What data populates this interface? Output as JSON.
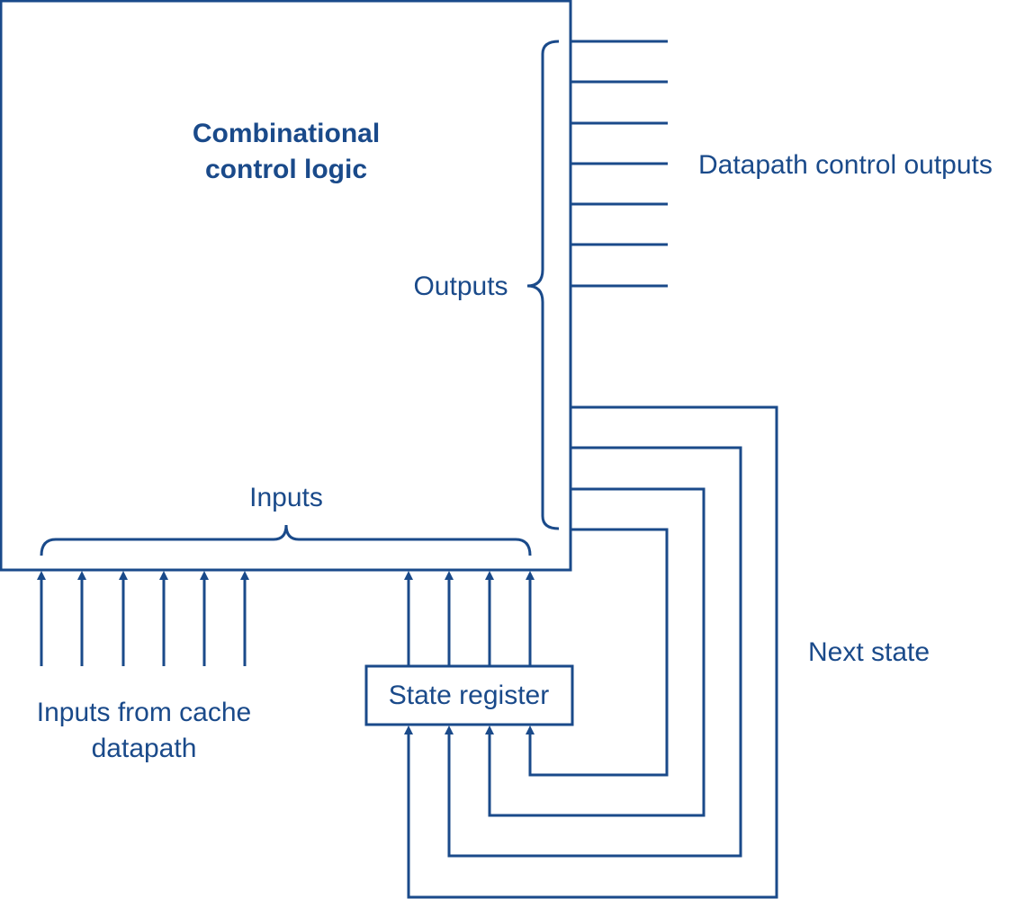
{
  "colors": {
    "stroke": "#1a4a8a",
    "background": "#ffffff"
  },
  "logic_block": {
    "title_line1": "Combinational",
    "title_line2": "control logic"
  },
  "outputs_label": "Outputs",
  "inputs_label": "Inputs",
  "datapath_outputs_label": "Datapath control outputs",
  "next_state_label": "Next state",
  "state_register_label": "State register",
  "cache_inputs_line1": "Inputs from cache",
  "cache_inputs_line2": "datapath"
}
